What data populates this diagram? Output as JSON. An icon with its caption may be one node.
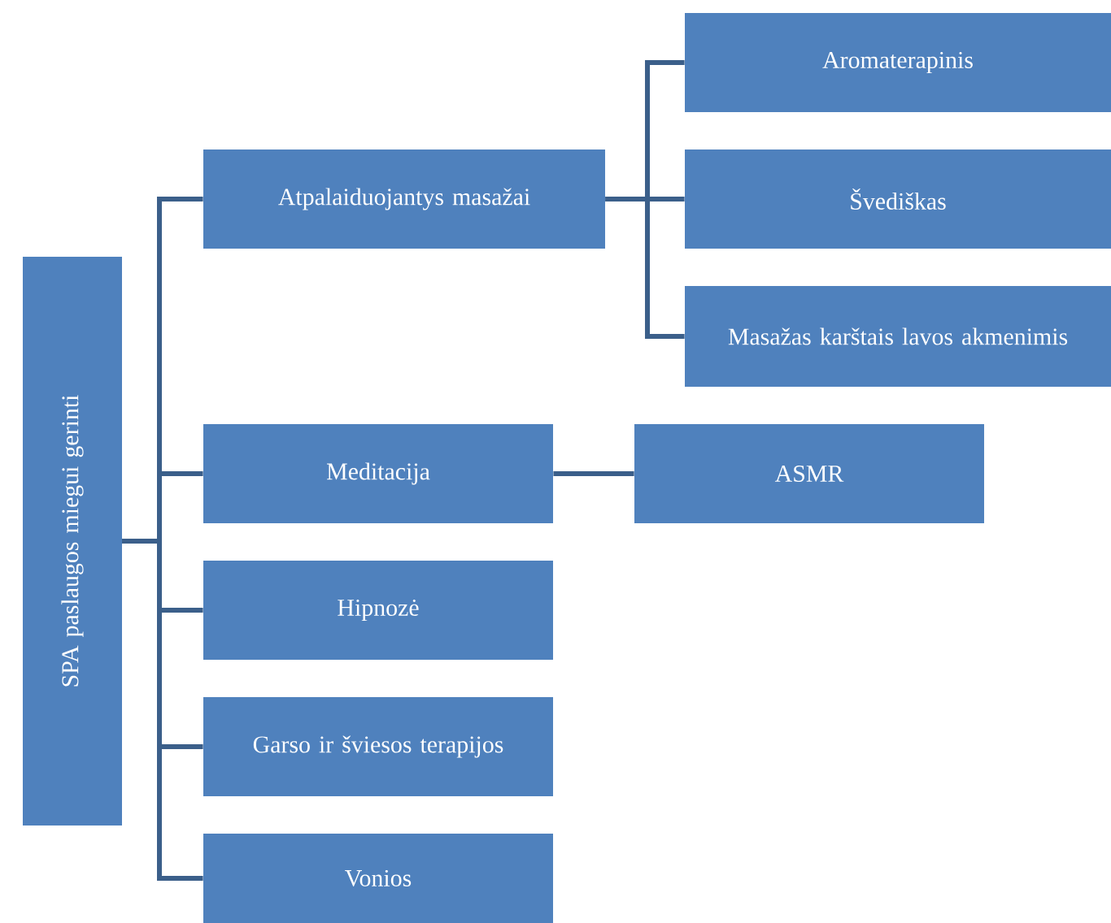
{
  "diagram": {
    "nodes": [
      {
        "text": [
          "SPA paslaugos miegui gerinti"
        ]
      },
      {
        "text": [
          "Atpalaiduojantys masažai"
        ]
      },
      {
        "text": [
          "Aromaterapinis"
        ]
      },
      {
        "text": [
          "Švediškas"
        ]
      },
      {
        "text": [
          "Masažas karštais lavos akmenimis"
        ]
      },
      {
        "text": [
          "Meditacija"
        ]
      },
      {
        "text": [
          "ASMR"
        ]
      },
      {
        "text": [
          "Hipnozė"
        ]
      },
      {
        "text": [
          "Garso ir šviesos terapijos"
        ]
      },
      {
        "text": [
          "Vonios"
        ]
      }
    ],
    "edges": [
      {
        "from": 0,
        "to": 1,
        "arrow": "none"
      },
      {
        "from": 0,
        "to": 5,
        "arrow": "none"
      },
      {
        "from": 0,
        "to": 7,
        "arrow": "none"
      },
      {
        "from": 0,
        "to": 8,
        "arrow": "none"
      },
      {
        "from": 0,
        "to": 9,
        "arrow": "none"
      },
      {
        "from": 1,
        "to": 2,
        "arrow": "none"
      },
      {
        "from": 1,
        "to": 3,
        "arrow": "none"
      },
      {
        "from": 1,
        "to": 4,
        "arrow": "none"
      },
      {
        "from": 5,
        "to": 6,
        "arrow": "none"
      }
    ]
  }
}
